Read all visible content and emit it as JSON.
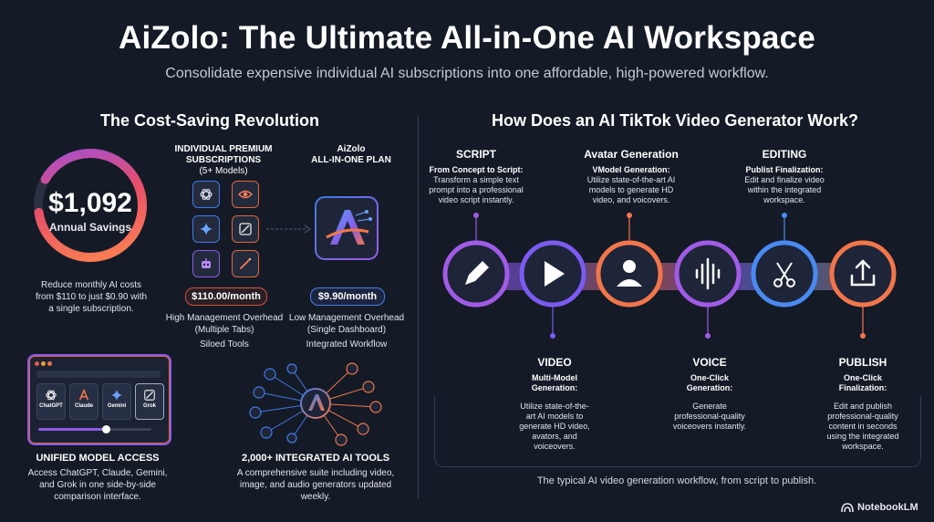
{
  "header": {
    "title": "AiZolo: The Ultimate All-in-One AI Workspace",
    "subtitle": "Consolidate expensive individual AI subscriptions into one affordable, high-powered workflow."
  },
  "left": {
    "section_title": "The Cost-Saving Revolution",
    "savings": {
      "amount": "$1,092",
      "label": "Annual Savings",
      "description_line1": "Reduce monthly AI costs",
      "description_line2": "from $110 to just $0.90 with",
      "description_line3": "a single subscription."
    },
    "individual": {
      "heading_line1": "INDIVIDUAL PREMIUM",
      "heading_line2": "SUBSCRIPTIONS",
      "heading_line3": "(5+ Models)",
      "price": "$110.00/month",
      "note_line1": "High Management Overhead",
      "note_line2": "(Multiple Tabs)",
      "note_line3": "Siloed Tools"
    },
    "aizolo_plan": {
      "heading_line1": "AiZolo",
      "heading_line2": "ALL-IN-ONE PLAN",
      "price": "$9.90/month",
      "note_line1": "Low Management Overhead",
      "note_line2": "(Single Dashboard)",
      "note_line3": "Integrated Workflow"
    },
    "unified": {
      "models": [
        "ChatGPT",
        "Claude",
        "Gemini",
        "Grok"
      ],
      "title": "UNIFIED MODEL ACCESS",
      "desc_line1": "Access ChatGPT, Claude, Gemini,",
      "desc_line2": "and Grok in one side-by-side",
      "desc_line3": "comparison interface."
    },
    "tools": {
      "title": "2,000+ INTEGRATED AI TOOLS",
      "desc_line1": "A comprehensive suite including video,",
      "desc_line2": "image, and audio generators updated",
      "desc_line3": "weekly."
    }
  },
  "right": {
    "section_title": "How Does an AI TikTok Video Generator Work?",
    "steps_top": [
      {
        "title": "SCRIPT",
        "sub": "From Concept to Script:",
        "desc": [
          "Transform a simple text",
          "prompt into a professional",
          "video script instantly."
        ]
      },
      {
        "title": "Avatar Generation",
        "sub": "VModel Generation:",
        "desc": [
          "Utilize state-of-the-art AI",
          "models to generate HD",
          "video, and voicovers."
        ]
      },
      {
        "title": "EDITING",
        "sub": "Publist Finalization:",
        "desc": [
          "Edit and finalize video",
          "within the integrated",
          "workspace."
        ]
      }
    ],
    "steps_bottom": [
      {
        "title": "VIDEO",
        "sub": [
          "Multi-Model",
          "Generation:"
        ],
        "desc": [
          "Utilize state-of-the-",
          "art AI models to",
          "generate HD video,",
          "avators, and",
          "voiceovers."
        ]
      },
      {
        "title": "VOICE",
        "sub": [
          "One-Click",
          "Generation:"
        ],
        "desc": [
          "Generate",
          "professional-quality",
          "voiceovers instantly."
        ]
      },
      {
        "title": "PUBLISH",
        "sub": [
          "One-Click",
          "Finalization:"
        ],
        "desc": [
          "Edit and publish",
          "professional-quality",
          "content in seconds",
          "using the integrated",
          "workspace."
        ]
      }
    ],
    "caption": "The typical AI video generation workflow, from script to publish."
  },
  "footer": {
    "brand": "NotebookLM"
  },
  "colors": {
    "background": "#141a26",
    "orange": "#f2764a",
    "purple": "#8b5ae6",
    "blue": "#3f7be8"
  }
}
